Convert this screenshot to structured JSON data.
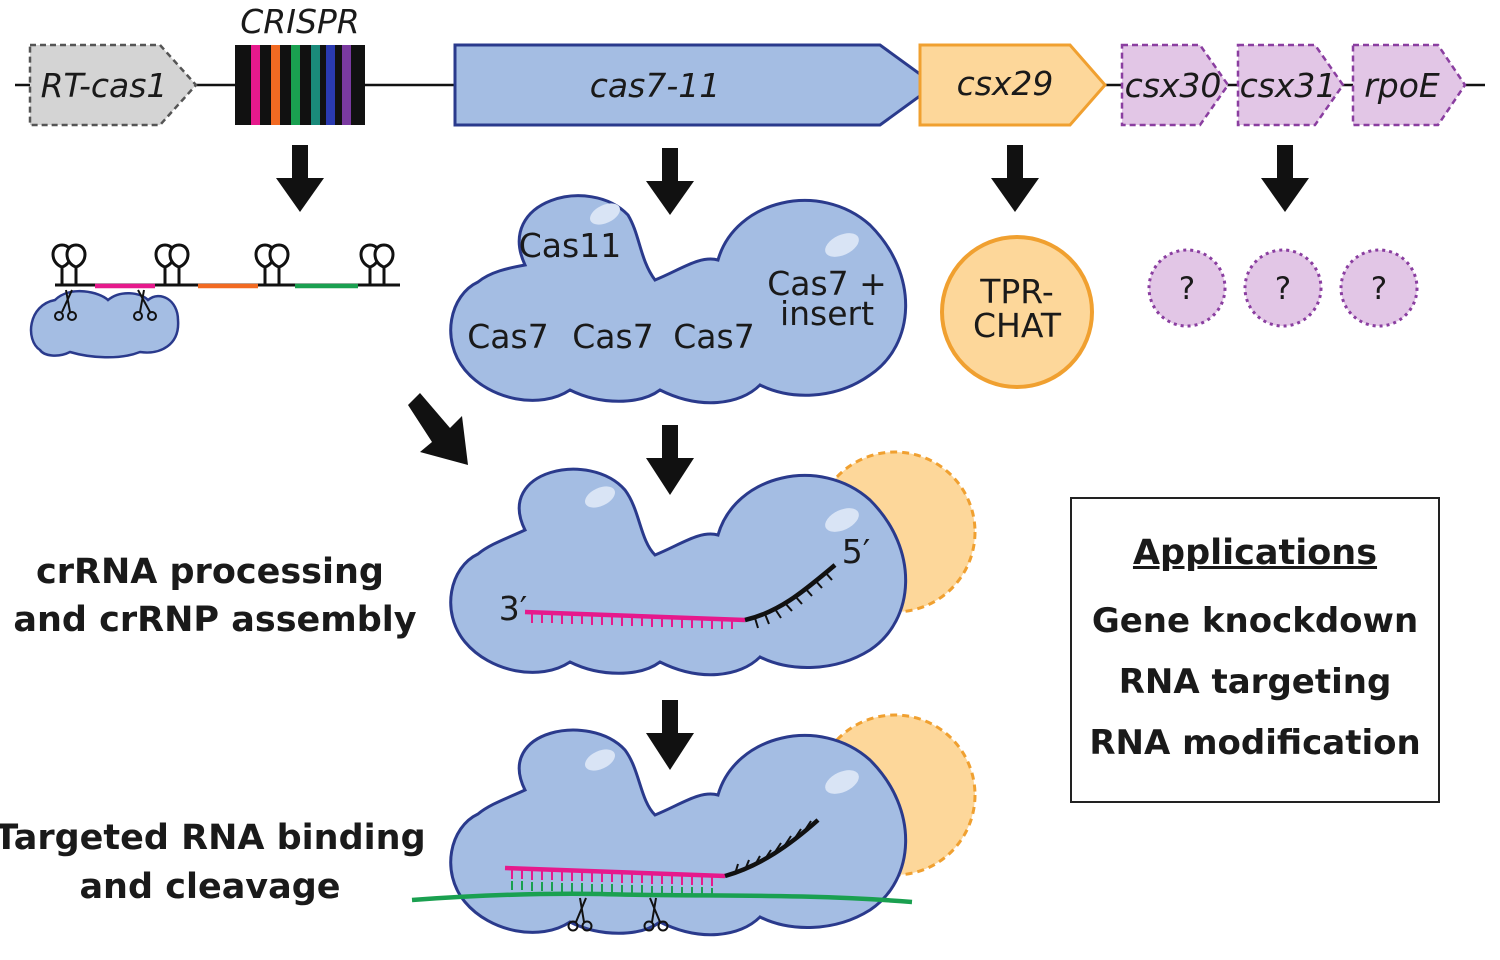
{
  "genes": {
    "rt_cas1": "RT-cas1",
    "crispr": "CRISPR",
    "cas7_11": "cas7-11",
    "csx29": "csx29",
    "csx30": "csx30",
    "csx31": "csx31",
    "rpoe": "rpoE"
  },
  "proteins": {
    "cas11": "Cas11",
    "cas7": "Cas7",
    "cas7_insert_line1": "Cas7 +",
    "cas7_insert_line2": "insert",
    "tpr_chat_line1": "TPR-",
    "tpr_chat_line2": "CHAT",
    "unknown": "?"
  },
  "rna_ends": {
    "three_prime": "3′",
    "five_prime": "5′"
  },
  "steps": {
    "processing_line1": "crRNA processing",
    "processing_line2": "and crRNP assembly",
    "binding_line1": "Targeted RNA binding",
    "binding_line2": "and cleavage"
  },
  "applications": {
    "title": "Applications",
    "items": [
      "Gene knockdown",
      "RNA targeting",
      "RNA modification"
    ]
  },
  "colors": {
    "protein_blue": "#a4bde3",
    "protein_outline": "#2a3a8c",
    "csx29_orange": "#fdd79a",
    "csx29_outline": "#f0a030",
    "unknown_purple": "#e2c6e6",
    "unknown_outline": "#8a3ea0",
    "crrna_magenta": "#e6198c",
    "target_green": "#1aa050",
    "spacer_orange": "#f26a22",
    "gray_gene": "#d4d4d4"
  }
}
